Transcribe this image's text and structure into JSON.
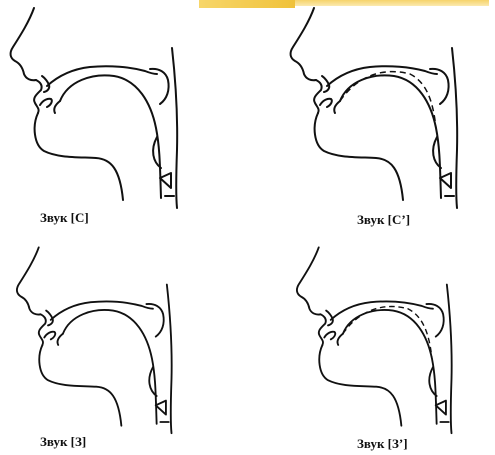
{
  "panels": [
    {
      "label": "Звук [С]",
      "soft": false
    },
    {
      "label": "Звук [С’]",
      "soft": true
    },
    {
      "label": "Звук [З]",
      "soft": false
    },
    {
      "label": "Звук [З’]",
      "soft": true
    }
  ],
  "colors": {
    "line": "#111111",
    "accent": "#f0c23a"
  }
}
